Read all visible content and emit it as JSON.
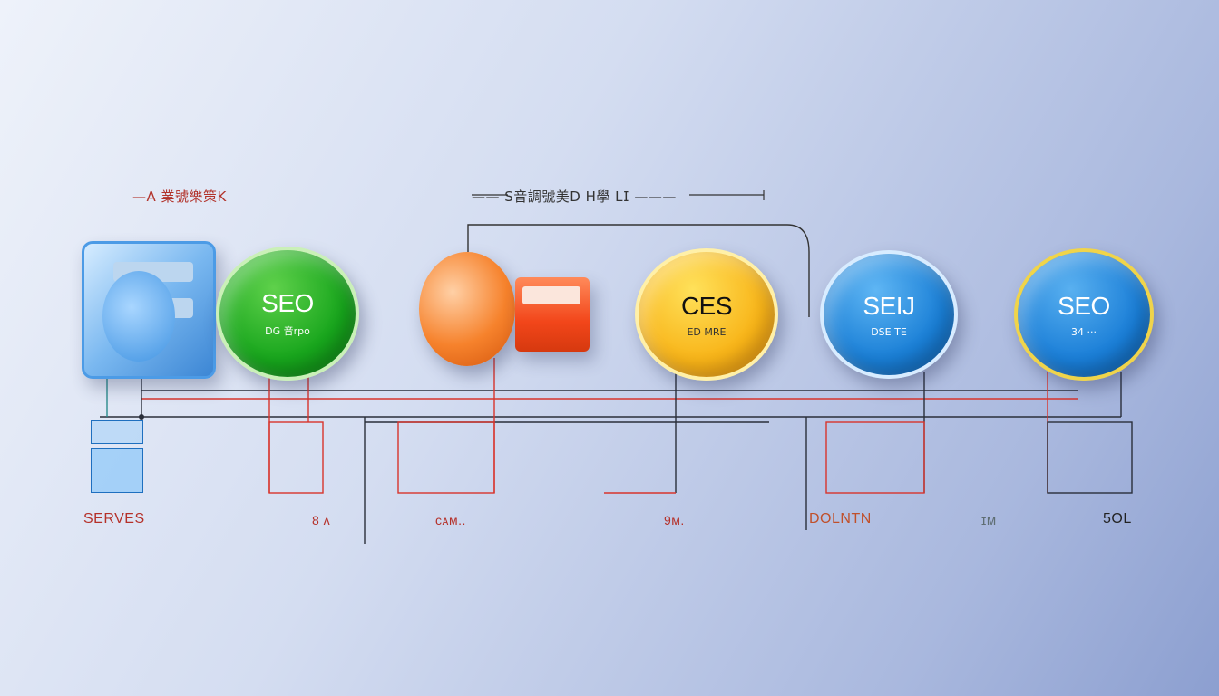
{
  "header": {
    "left_label": "—𝖠 業號樂策𝖪",
    "center_label": "—— 𝖲音調號美𝖣 𝖧學 𝖫𝖨 ———"
  },
  "nodes": [
    {
      "id": "green",
      "title": "SEO",
      "subtitle": "𝖣𝖦 音𝗋𝗉𝗈"
    },
    {
      "id": "yellow",
      "title": "CES",
      "subtitle": "𝖤𝖣 𝖬𝖱𝖤"
    },
    {
      "id": "blue1",
      "title": "SEIJ",
      "subtitle": "𝖣𝖲𝖤 𝖳𝖤"
    },
    {
      "id": "blue2",
      "title": "SEO",
      "subtitle": "𝟥𝟦 ···"
    }
  ],
  "bottom_labels": [
    {
      "text": "SERVES",
      "color": "#b5312a"
    },
    {
      "text": "8 ᴧ",
      "color": "#b5312a"
    },
    {
      "text": "ᴄᴀᴍ..",
      "color": "#b5312a"
    },
    {
      "text": "9ᴍ.",
      "color": "#b5312a"
    },
    {
      "text": "DOLNTN",
      "color": "#c0502b"
    },
    {
      "text": "ɪᴍ",
      "color": "#5f6e73"
    },
    {
      "text": "5OL",
      "color": "#222222"
    }
  ],
  "colors": {
    "accent_red": "#d8342c",
    "wire_dark": "#2a2f3a"
  }
}
